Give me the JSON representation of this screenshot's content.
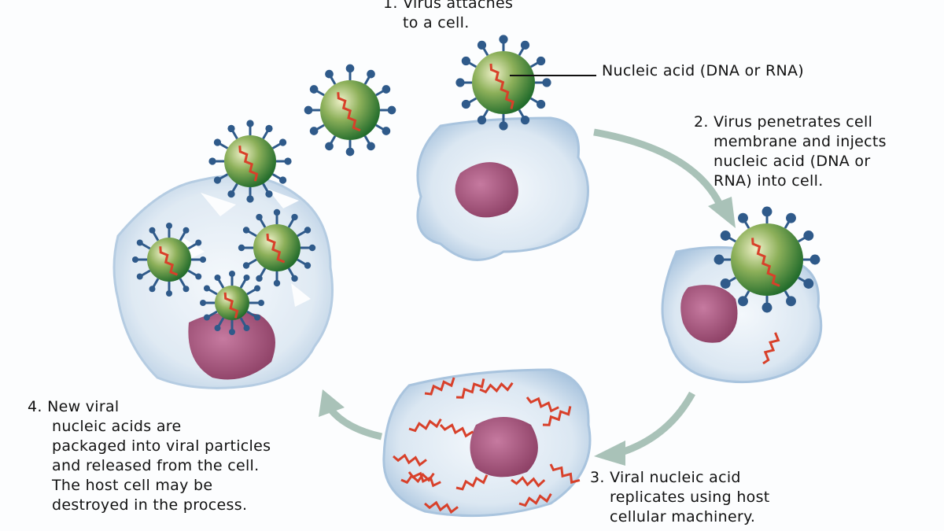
{
  "title": "Viral replication cycle",
  "steps": {
    "step1": {
      "lines": [
        "1. Virus attaches",
        "to a cell."
      ]
    },
    "step2": {
      "lines": [
        "2. Virus penetrates cell",
        "membrane and injects",
        "nucleic acid (DNA or",
        "RNA) into cell."
      ]
    },
    "step3": {
      "lines": [
        "3. Viral nucleic acid",
        "replicates using host",
        "cellular machinery."
      ]
    },
    "step4": {
      "lines": [
        "4. New viral",
        "nucleic acids are",
        "packaged into viral particles",
        "and released from the cell.",
        "The host cell may be",
        "destroyed in the process."
      ]
    }
  },
  "nucleic_acid_label": "Nucleic acid (DNA or RNA)",
  "colors": {
    "cell": "#cfe0ef",
    "cell_edge": "#9fbcd8",
    "nucleus": "#a0507a",
    "capsid": "#4f8a3a",
    "spike": "#2f5a8a",
    "nucleic": "#d8402a",
    "arrow": "#a9c2b8"
  }
}
